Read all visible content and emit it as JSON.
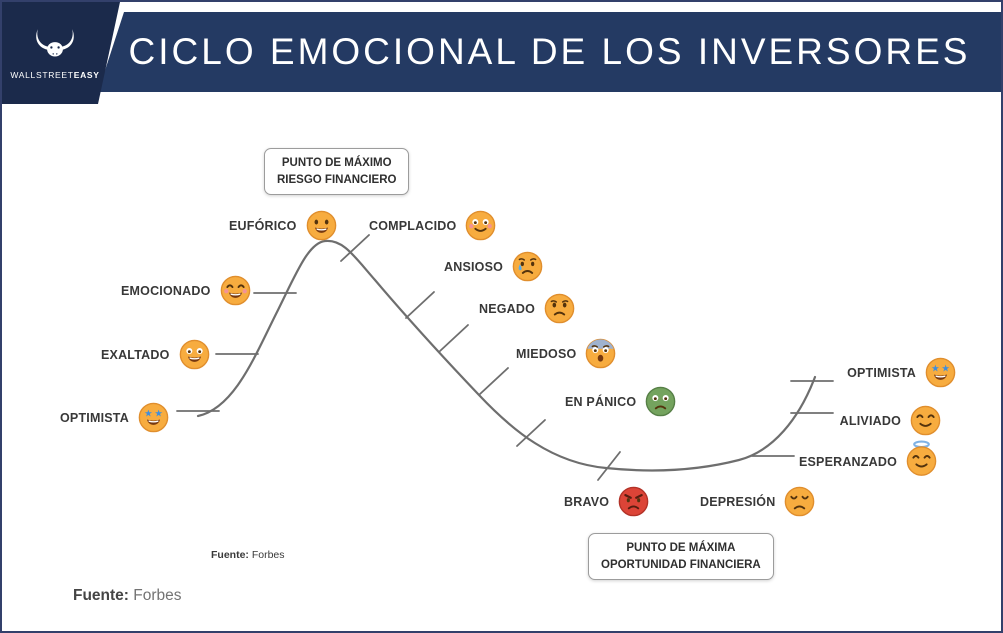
{
  "header": {
    "brand_wall": "WALLSTREET",
    "brand_easy": "EASY",
    "title": "CICLO EMOCIONAL DE LOS INVERSORES"
  },
  "boxes": {
    "top_line1": "PUNTO DE MÁXIMO",
    "top_line2": "RIESGO FINANCIERO",
    "bottom_line1": "PUNTO DE MÁXIMA",
    "bottom_line2": "OPORTUNIDAD FINANCIERA"
  },
  "emotions": [
    {
      "label": "OPTIMISTA",
      "emoji": "star-struck"
    },
    {
      "label": "EXALTADO",
      "emoji": "grinning"
    },
    {
      "label": "EMOCIONADO",
      "emoji": "beaming"
    },
    {
      "label": "EUFÓRICO",
      "emoji": "smiling-open"
    },
    {
      "label": "COMPLACIDO",
      "emoji": "flushed"
    },
    {
      "label": "ANSIOSO",
      "emoji": "crying"
    },
    {
      "label": "NEGADO",
      "emoji": "worried"
    },
    {
      "label": "MIEDOSO",
      "emoji": "fearful"
    },
    {
      "label": "EN PÁNICO",
      "emoji": "panic"
    },
    {
      "label": "BRAVO",
      "emoji": "angry"
    },
    {
      "label": "DEPRESIÓN",
      "emoji": "weary"
    },
    {
      "label": "ESPERANZADO",
      "emoji": "angel"
    },
    {
      "label": "ALIVIADO",
      "emoji": "relieved"
    },
    {
      "label": "OPTIMISTA",
      "emoji": "star-struck"
    }
  ],
  "sources": {
    "small_label": "Fuente:",
    "small_value": "Forbes",
    "bottom_label": "Fuente:",
    "bottom_value": "Forbes"
  },
  "colors": {
    "banner": "#243A63",
    "logo_bg": "#1B2A4B",
    "curve": "#6E6E6E",
    "star_eye_blue": "#3E8EDE",
    "panic_green": "#74A35E",
    "angry_red": "#DC4437"
  }
}
